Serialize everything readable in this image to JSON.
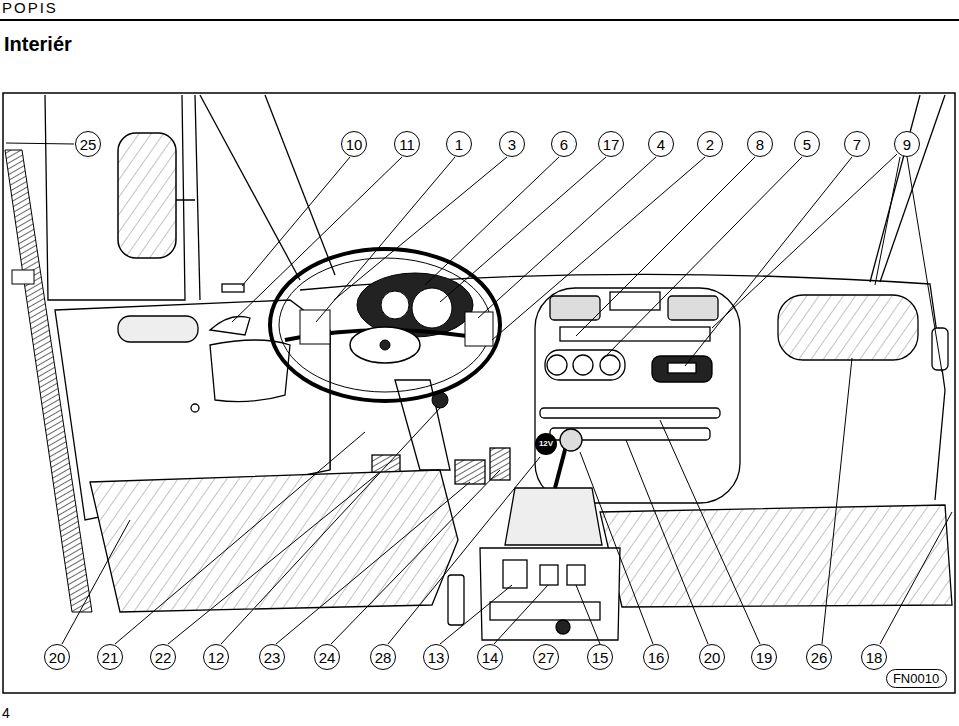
{
  "diagram": {
    "title": "Interiér",
    "nodes": [
      {
        "text": [
          "25"
        ]
      },
      {
        "text": [
          "10"
        ]
      },
      {
        "text": [
          "11"
        ]
      },
      {
        "text": [
          "1"
        ]
      },
      {
        "text": [
          "3"
        ]
      },
      {
        "text": [
          "6"
        ]
      },
      {
        "text": [
          "17"
        ]
      },
      {
        "text": [
          "4"
        ]
      },
      {
        "text": [
          "2"
        ]
      },
      {
        "text": [
          "8"
        ]
      },
      {
        "text": [
          "5"
        ]
      },
      {
        "text": [
          "7"
        ]
      },
      {
        "text": [
          "9"
        ]
      },
      {
        "text": [
          "20"
        ]
      },
      {
        "text": [
          "21"
        ]
      },
      {
        "text": [
          "22"
        ]
      },
      {
        "text": [
          "12"
        ]
      },
      {
        "text": [
          "23"
        ]
      },
      {
        "text": [
          "24"
        ]
      },
      {
        "text": [
          "28"
        ]
      },
      {
        "text": [
          "13"
        ]
      },
      {
        "text": [
          "14"
        ]
      },
      {
        "text": [
          "27"
        ]
      },
      {
        "text": [
          "15"
        ]
      },
      {
        "text": [
          "16"
        ]
      },
      {
        "text": [
          "20"
        ]
      },
      {
        "text": [
          "19"
        ]
      },
      {
        "text": [
          "26"
        ]
      },
      {
        "text": [
          "18"
        ]
      },
      {
        "text": [
          "FN0010"
        ]
      }
    ],
    "labels": [
      "POPIS",
      "12V",
      "4"
    ]
  }
}
